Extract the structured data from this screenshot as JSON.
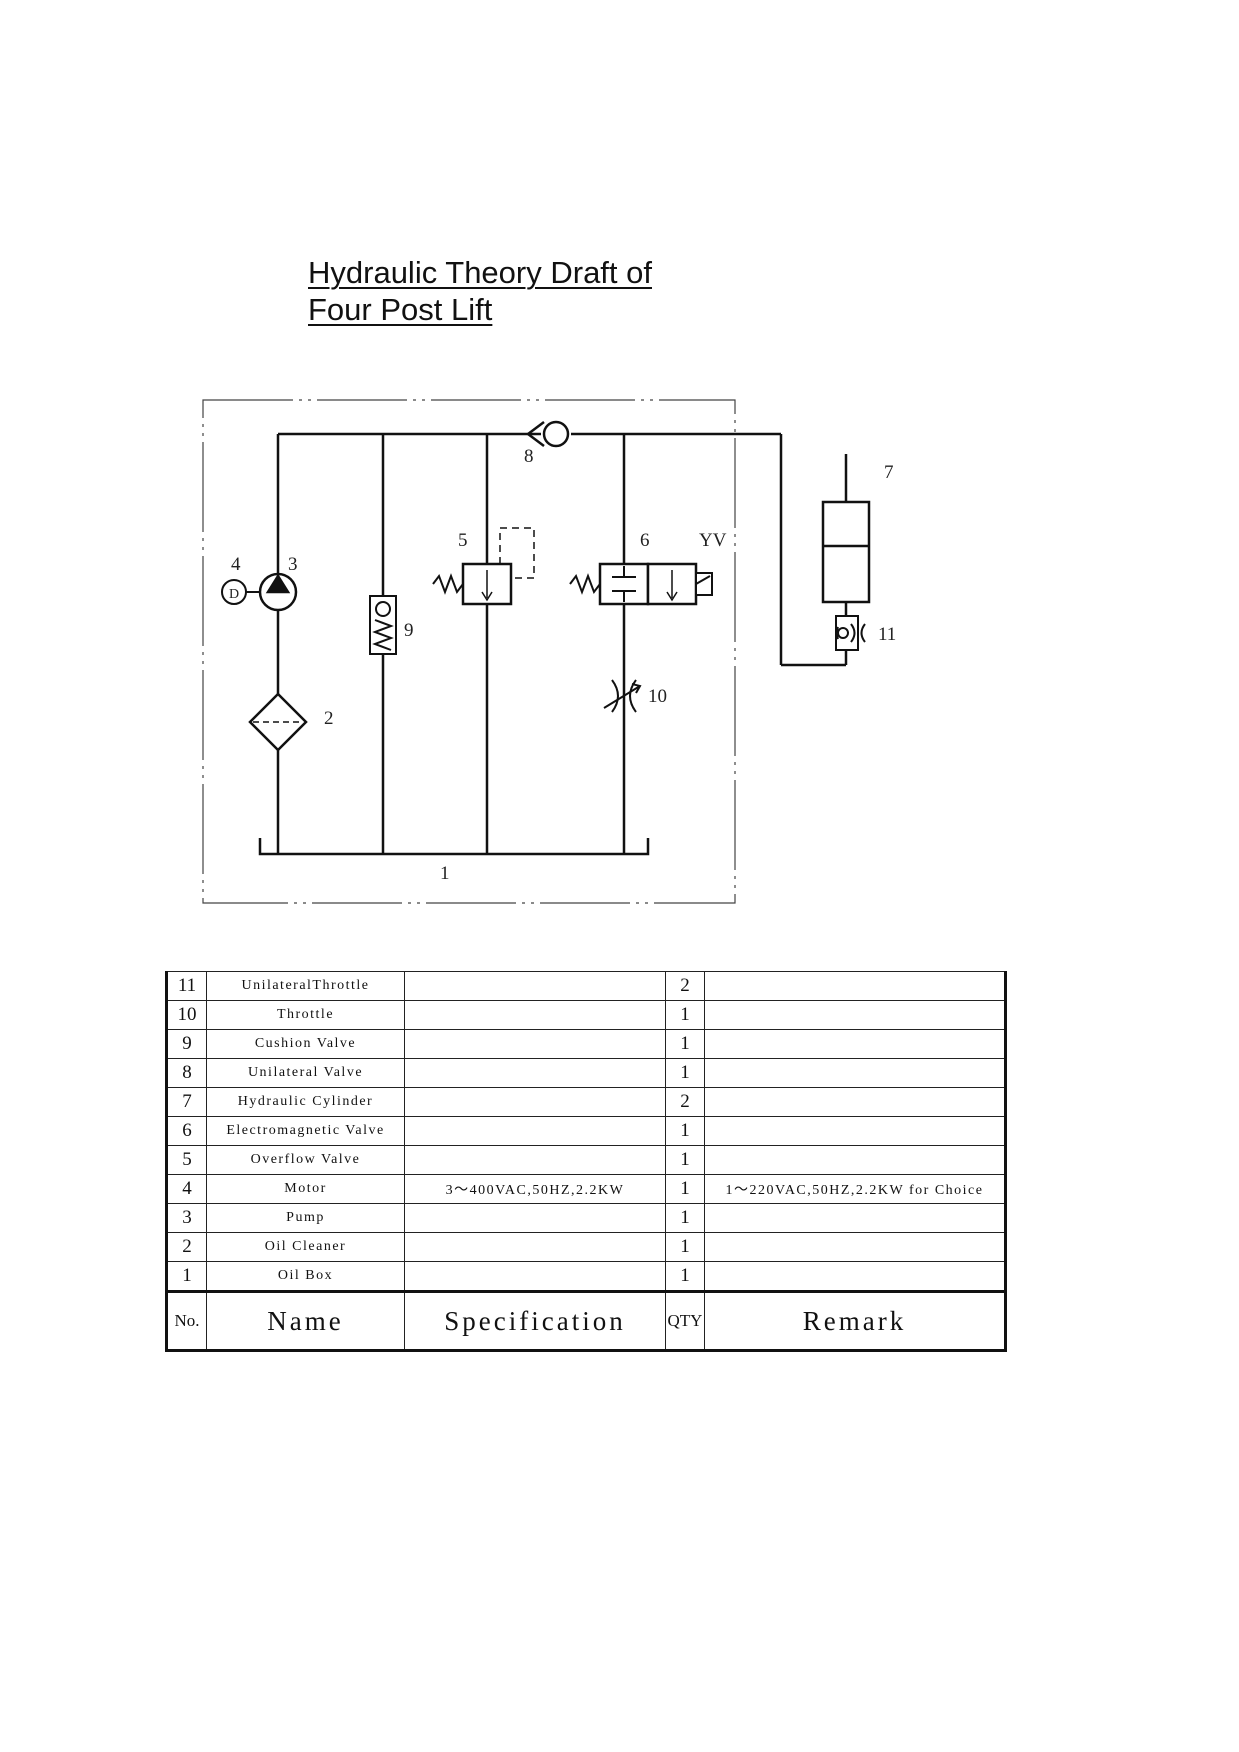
{
  "title": {
    "line1": "Hydraulic Theory Draft of",
    "line2": "Four Post Lift"
  },
  "diagram": {
    "labels": {
      "oil_box": "1",
      "oil_cleaner": "2",
      "pump": "3",
      "motor": "4",
      "overflow_valve": "5",
      "electromagnetic_valve": "6",
      "solenoid": "YV",
      "hydraulic_cylinder": "7",
      "unilateral_valve": "8",
      "cushion_valve": "9",
      "throttle": "10",
      "unilateral_throttle": "11"
    },
    "motor_symbol": "D"
  },
  "table": {
    "headers": {
      "no": "No.",
      "name": "Name",
      "spec": "Specification",
      "qty": "QTY",
      "remark": "Remark"
    },
    "rows": [
      {
        "no": "11",
        "name": "UnilateralThrottle",
        "spec": "",
        "qty": "2",
        "remark": ""
      },
      {
        "no": "10",
        "name": "Throttle",
        "spec": "",
        "qty": "1",
        "remark": ""
      },
      {
        "no": "9",
        "name": "Cushion Valve",
        "spec": "",
        "qty": "1",
        "remark": ""
      },
      {
        "no": "8",
        "name": "Unilateral Valve",
        "spec": "",
        "qty": "1",
        "remark": ""
      },
      {
        "no": "7",
        "name": "Hydraulic Cylinder",
        "spec": "",
        "qty": "2",
        "remark": ""
      },
      {
        "no": "6",
        "name": "Electromagnetic Valve",
        "spec": "",
        "qty": "1",
        "remark": ""
      },
      {
        "no": "5",
        "name": "Overflow Valve",
        "spec": "",
        "qty": "1",
        "remark": ""
      },
      {
        "no": "4",
        "name": "Motor",
        "spec": "3～400VAC,50HZ,2.2KW",
        "qty": "1",
        "remark": "1～220VAC,50HZ,2.2KW for Choice"
      },
      {
        "no": "3",
        "name": "Pump",
        "spec": "",
        "qty": "1",
        "remark": ""
      },
      {
        "no": "2",
        "name": "Oil Cleaner",
        "spec": "",
        "qty": "1",
        "remark": ""
      },
      {
        "no": "1",
        "name": "Oil Box",
        "spec": "",
        "qty": "1",
        "remark": ""
      }
    ]
  }
}
